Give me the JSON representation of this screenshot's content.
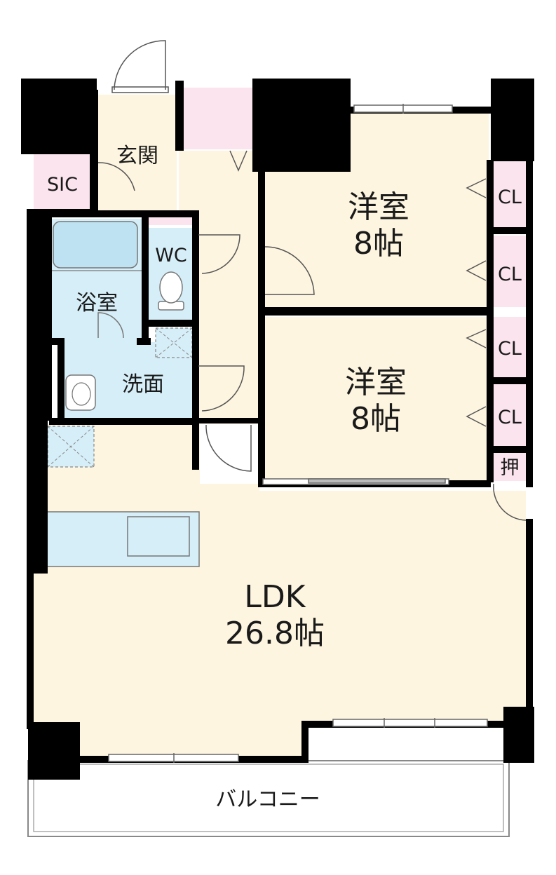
{
  "rooms": {
    "genkan": "玄関",
    "sic": "SIC",
    "bath": "浴室",
    "wc": "WC",
    "washroom": "洗面",
    "bedroom1": {
      "name": "洋室",
      "size": "8帖"
    },
    "bedroom2": {
      "name": "洋室",
      "size": "8帖"
    },
    "ldk": {
      "name": "LDK",
      "size": "26.8帖"
    },
    "balcony": "バルコニー",
    "oshiire": "押"
  },
  "closets": [
    "CL",
    "CL",
    "CL",
    "CL"
  ],
  "colors": {
    "floor": "#fdf5e0",
    "wet_area": "#d6eef8",
    "storage": "#fbe4ee",
    "wall": "#000000",
    "balcony": "#ffffff"
  }
}
